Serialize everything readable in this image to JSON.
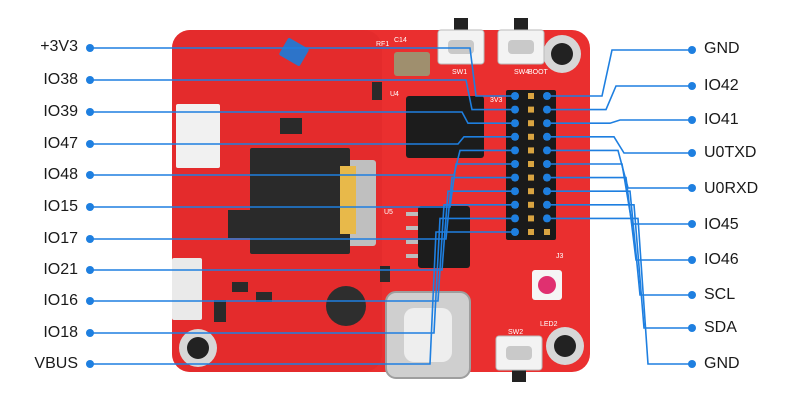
{
  "pins_left": [
    "+3V3",
    "IO38",
    "IO39",
    "IO47",
    "IO48",
    "IO15",
    "IO17",
    "IO21",
    "IO16",
    "IO18",
    "VBUS"
  ],
  "pins_right": [
    "GND",
    "IO42",
    "IO41",
    "U0TXD",
    "U0RXD",
    "IO45",
    "IO46",
    "SCL",
    "SDA",
    "GND"
  ],
  "colors": {
    "board": "#ea2f2f",
    "board_dark": "#c81e24",
    "wire": "#1e7fe0",
    "connector": "#1a1a1a",
    "pin": "#d9a441",
    "label": "#1a1a1a"
  },
  "board_silk": {
    "sw1": "SW1",
    "sw4": "SW4",
    "boot": "BOOT",
    "rf1": "RF1",
    "c14": "C14",
    "u4": "U4",
    "u5": "U5",
    "sw2": "SW2",
    "led2": "LED2",
    "pin_3v": "3V3",
    "j3": "J3"
  }
}
